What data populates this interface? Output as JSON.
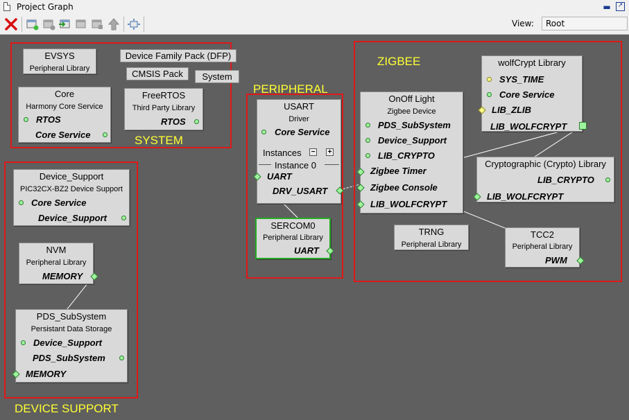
{
  "window": {
    "title": "Project Graph"
  },
  "toolbar": {
    "view_label": "View:",
    "view_value": "Root"
  },
  "regions": {
    "system": "SYSTEM",
    "peripheral": "PERIPHERAL",
    "zigbee": "ZIGBEE",
    "device_support": "DEVICE SUPPORT"
  },
  "nodes": {
    "evsys": {
      "title": "EVSYS",
      "sub": "Peripheral Library"
    },
    "dfp": {
      "title": "Device Family Pack (DFP)"
    },
    "cmsis": {
      "title": "CMSIS Pack"
    },
    "system": {
      "title": "System"
    },
    "core": {
      "title": "Core",
      "sub": "Harmony Core Service",
      "p1": "RTOS",
      "p2": "Core Service"
    },
    "freertos": {
      "title": "FreeRTOS",
      "sub": "Third Party Library",
      "p1": "RTOS"
    },
    "usart": {
      "title": "USART",
      "sub": "Driver",
      "p1": "Core Service",
      "instances": "Instances",
      "instance0": "Instance 0",
      "p2": "UART",
      "p3": "DRV_USART"
    },
    "sercom0": {
      "title": "SERCOM0",
      "sub": "Peripheral Library",
      "p1": "UART"
    },
    "onoff": {
      "title": "OnOff Light",
      "sub": "Zigbee Device",
      "p1": "PDS_SubSystem",
      "p2": "Device_Support",
      "p3": "LIB_CRYPTO",
      "p4": "Zigbee Timer",
      "p5": "Zigbee Console",
      "p6": "LIB_WOLFCRYPT"
    },
    "wolfcrypt": {
      "title": "wolfCrypt Library",
      "p1": "SYS_TIME",
      "p2": "Core Service",
      "p3": "LIB_ZLIB",
      "p4": "LIB_WOLFCRYPT"
    },
    "crypto": {
      "title": "Cryptographic (Crypto) Library",
      "p1": "LIB_CRYPTO",
      "p2": "LIB_WOLFCRYPT"
    },
    "trng": {
      "title": "TRNG",
      "sub": "Peripheral Library"
    },
    "tcc2": {
      "title": "TCC2",
      "sub": "Peripheral Library",
      "p1": "PWM"
    },
    "device_support": {
      "title": "Device_Support",
      "sub": "PIC32CX-BZ2 Device Support",
      "p1": "Core Service",
      "p2": "Device_Support"
    },
    "nvm": {
      "title": "NVM",
      "sub": "Peripheral Library",
      "p1": "MEMORY"
    },
    "pds": {
      "title": "PDS_SubSystem",
      "sub": "Persistant Data Storage",
      "p1": "Device_Support",
      "p2": "PDS_SubSystem",
      "p3": "MEMORY"
    }
  },
  "colors": {
    "canvas": "#5f5f5f",
    "region_border": "#e01818",
    "region_label": "#ffff33",
    "node_bg": "#d9d9d9",
    "port_green": "#9ef59e",
    "port_yellow": "#f7f78a"
  },
  "icons": [
    "document-icon",
    "minimize-icon",
    "maximize-icon",
    "delete-icon",
    "add-component-icon",
    "remove-icon",
    "import-icon",
    "export-icon",
    "save-icon",
    "arrow-up-icon",
    "focus-icon"
  ]
}
